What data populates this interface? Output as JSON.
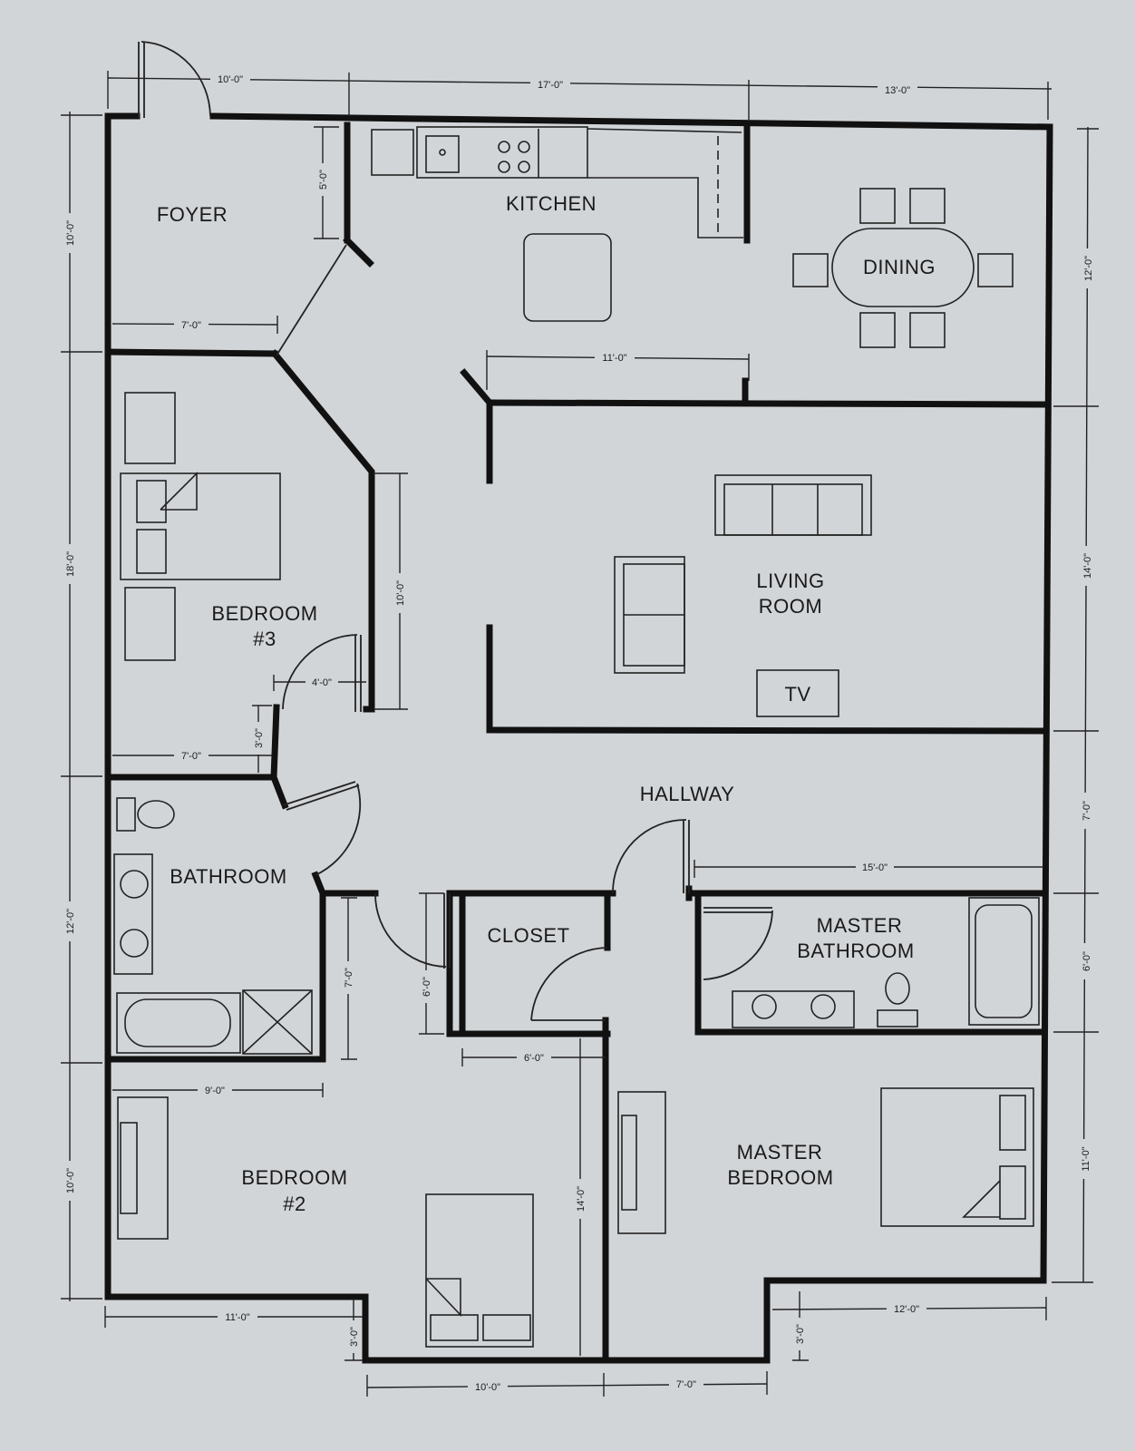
{
  "rooms": {
    "foyer": "FOYER",
    "kitchen": "KITCHEN",
    "dining": "DINING",
    "bedroom3_a": "BEDROOM",
    "bedroom3_b": "#3",
    "living_a": "LIVING",
    "living_b": "ROOM",
    "tv": "TV",
    "hallway": "HALLWAY",
    "bathroom": "BATHROOM",
    "closet": "CLOSET",
    "master_bath_a": "MASTER",
    "master_bath_b": "BATHROOM",
    "bedroom2_a": "BEDROOM",
    "bedroom2_b": "#2",
    "master_bed_a": "MASTER",
    "master_bed_b": "BEDROOM"
  },
  "dims": {
    "top_foyer": "10'-0\"",
    "top_kitchen": "17'-0\"",
    "top_dining": "13'-0\"",
    "left_upper": "10'-0\"",
    "left_mid": "18'-0\"",
    "left_lower": "12'-0\"",
    "left_bottom": "10'-0\"",
    "right_dining": "12'-0\"",
    "right_living": "14'-0\"",
    "right_hall": "7'-0\"",
    "right_mbath": "6'-0\"",
    "right_mbed": "11'-0\"",
    "kitchen_wall": "5'-0\"",
    "foyer_width": "7'-0\"",
    "living_top": "11'-0\"",
    "bed3_wall": "10'-0\"",
    "bed3_door": "4'-0\"",
    "bed3_step": "3'-0\"",
    "bed3_width": "7'-0\"",
    "hall_master": "15'-0\"",
    "bath_wall": "7'-0\"",
    "closet_height": "6'-0\"",
    "closet_width": "6'-0\"",
    "bed2_width": "9'-0\"",
    "bed2_depth": "14'-0\"",
    "bottom_left": "11'-0\"",
    "bottom_left_step": "3'-0\"",
    "bottom_mid": "10'-0\"",
    "bottom_right_a": "7'-0\"",
    "bottom_right_b": "12'-0\"",
    "bottom_right_step": "3'-0\""
  }
}
